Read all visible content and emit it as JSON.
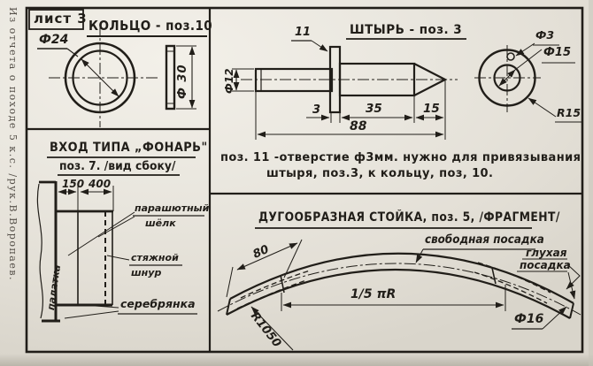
{
  "page": {
    "margin_caption": "Из отчета о походе 5 к.с. /рук.В.Воропаев.",
    "sheet_label": "лист 3"
  },
  "ring_panel": {
    "title": "КОЛЬЦО - поз.10",
    "dim_inner": "Ф24",
    "dim_side": "Ф 30"
  },
  "entrance_panel": {
    "title_line1": "ВХОД ТИПА „ФОНАРЬ\"",
    "title_line2": "поз. 7. /вид сбоку/",
    "dim_150": "150",
    "dim_400": "400",
    "label_fabric_line1": "парашютный",
    "label_fabric_line2": "шёлк",
    "label_cord_line1": "стяжной",
    "label_cord_line2": "шнур",
    "label_silver": "серебрянка",
    "label_tent": "палатка"
  },
  "pin_panel": {
    "title": "ШТЫРЬ - поз. 3",
    "callout": "11",
    "dim_d12": "Ф12",
    "dim_3": "3",
    "dim_35": "35",
    "dim_15": "15",
    "dim_88": "88",
    "end_view": {
      "dim_d3": "Ф3",
      "dim_d15": "Ф15",
      "dim_r15": "R15"
    }
  },
  "note": {
    "line1": "поз. 11 -отверстие ф3мм. нужно для привязывания",
    "line2": "штыря, поз.3, к кольцу, поз, 10."
  },
  "arc_panel": {
    "title": "ДУГООБРАЗНАЯ СТОЙКА, поз. 5, /ФРАГМЕНТ/",
    "label_free_fit": "свободная посадка",
    "label_tight_fit_line1": "глухая",
    "label_tight_fit_line2": "посадка",
    "dim_80": "80",
    "dim_arc_length": "1/5 πR",
    "dim_radius": "R1050",
    "dim_d16": "Ф16"
  }
}
